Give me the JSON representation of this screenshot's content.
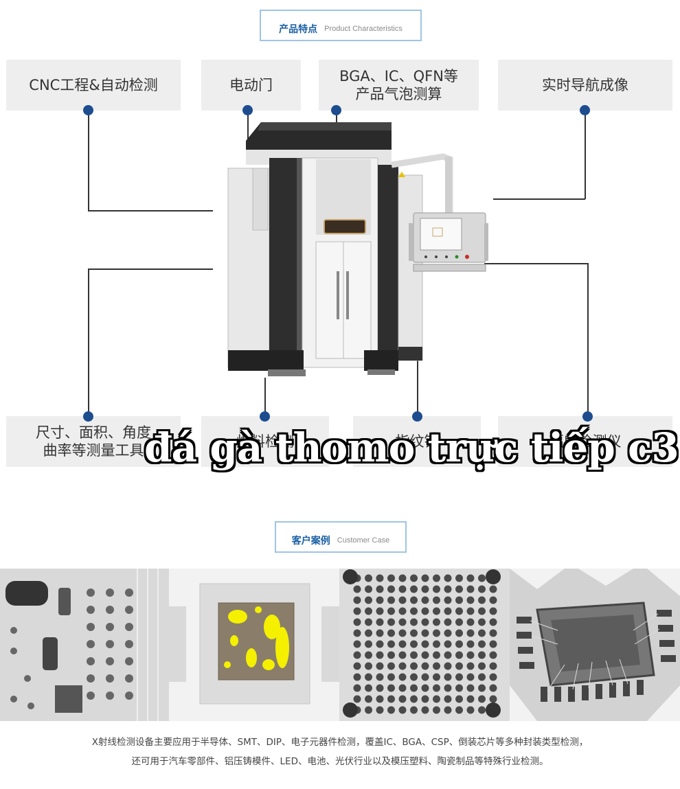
{
  "section1": {
    "title_cn": "产品特点",
    "title_en": "Product Characteristics"
  },
  "features_top": [
    {
      "label": "CNC工程&自动检测"
    },
    {
      "label": "电动门"
    },
    {
      "label_line1": "BGA、IC、QFN等",
      "label_line2": "产品气泡测算"
    },
    {
      "label": "实时导航成像"
    }
  ],
  "features_bottom": [
    {
      "label_line1": "尺寸、面积、角度",
      "label_line2": "曲率等测量工具"
    },
    {
      "label": "焊料检测"
    },
    {
      "label": "指纹锁"
    },
    {
      "label": "辐射检测仪"
    }
  ],
  "overlay_text": "đá gà thomo trực tiếp c3",
  "section2": {
    "title_cn": "客户案例",
    "title_en": "Customer Case"
  },
  "description": {
    "line1": "X射线检测设备主要应用于半导体、SMT、DIP、电子元器件检测，覆盖IC、BGA、CSP、倒装芯片等多种封装类型检测，",
    "line2": "还可用于汽车零部件、铝压铸模件、LED、电池、光伏行业以及模压塑料、陶瓷制品等特殊行业检测。"
  },
  "colors": {
    "accent": "#1d4d8f",
    "title": "#1a5fa3",
    "box_bg": "#eeeeee",
    "frame": "#9fc4e4"
  }
}
